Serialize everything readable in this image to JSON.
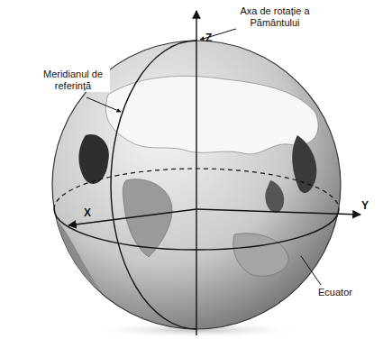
{
  "diagram": {
    "labels": [
      "Axa de rotație a Pământului",
      "Meridianul de referință",
      "Z",
      "X",
      "Y",
      "Ecuator"
    ]
  }
}
